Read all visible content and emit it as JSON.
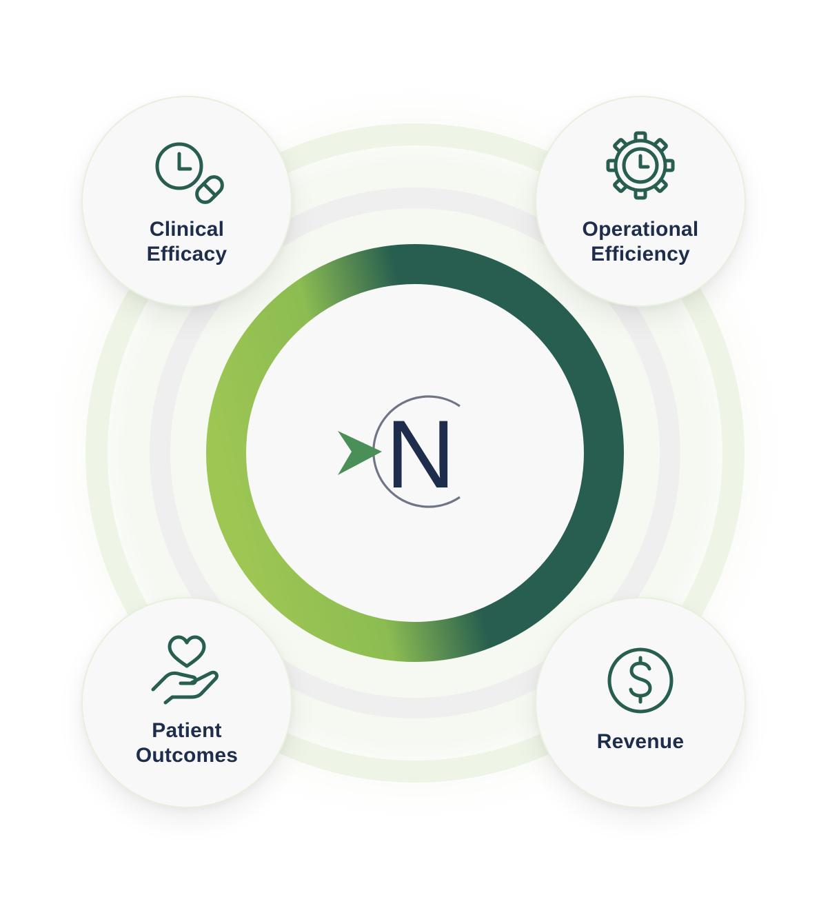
{
  "colors": {
    "ring_dark": "#275e4f",
    "ring_light": "#9dc653",
    "icon_green": "#275e4f",
    "label_navy": "#1e2d4b",
    "node_fill": "#f8f8f8",
    "node_border": "#e6f0dc",
    "halo_green": "#eef5e6",
    "halo_grey": "#efefef",
    "logo_arrow": "#4a8f57",
    "logo_arc": "#6f7584",
    "logo_letter": "#1e2d4b"
  },
  "center_logo": {
    "letter": "N"
  },
  "nodes": [
    {
      "id": "clinical-efficacy",
      "icon": "clock-pill-icon",
      "label_lines": [
        "Clinical",
        "Efficacy"
      ]
    },
    {
      "id": "operational-efficiency",
      "icon": "gear-clock-icon",
      "label_lines": [
        "Operational",
        "Efficiency"
      ]
    },
    {
      "id": "patient-outcomes",
      "icon": "heart-hand-icon",
      "label_lines": [
        "Patient",
        "Outcomes"
      ]
    },
    {
      "id": "revenue",
      "icon": "dollar-icon",
      "label_lines": [
        "Revenue"
      ]
    }
  ]
}
